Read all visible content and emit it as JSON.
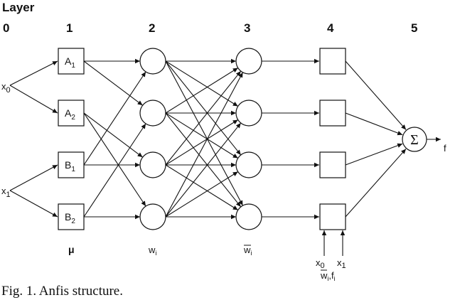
{
  "header": {
    "title": "Layer",
    "layers": [
      "0",
      "1",
      "2",
      "3",
      "4",
      "5"
    ]
  },
  "inputs": {
    "x0": {
      "base": "x",
      "sub": "0"
    },
    "x1": {
      "base": "x",
      "sub": "1"
    }
  },
  "layer1_nodes": [
    {
      "base": "A",
      "sub": "1"
    },
    {
      "base": "A",
      "sub": "2"
    },
    {
      "base": "B",
      "sub": "1"
    },
    {
      "base": "B",
      "sub": "2"
    }
  ],
  "sum_symbol": "Σ",
  "output": "f",
  "bottom_labels": {
    "mu": "μ",
    "wi": {
      "base": "w",
      "sub": "i"
    },
    "wbar": {
      "base": "w",
      "sub": "i"
    },
    "layer4_x0": {
      "base": "x",
      "sub": "0"
    },
    "layer4_x1": {
      "base": "x",
      "sub": "1"
    },
    "wbar_f": {
      "base": "w",
      "sub1": "i",
      "mid": ",f",
      "sub2": "i"
    }
  },
  "caption": "Fig. 1. Anfis structure."
}
